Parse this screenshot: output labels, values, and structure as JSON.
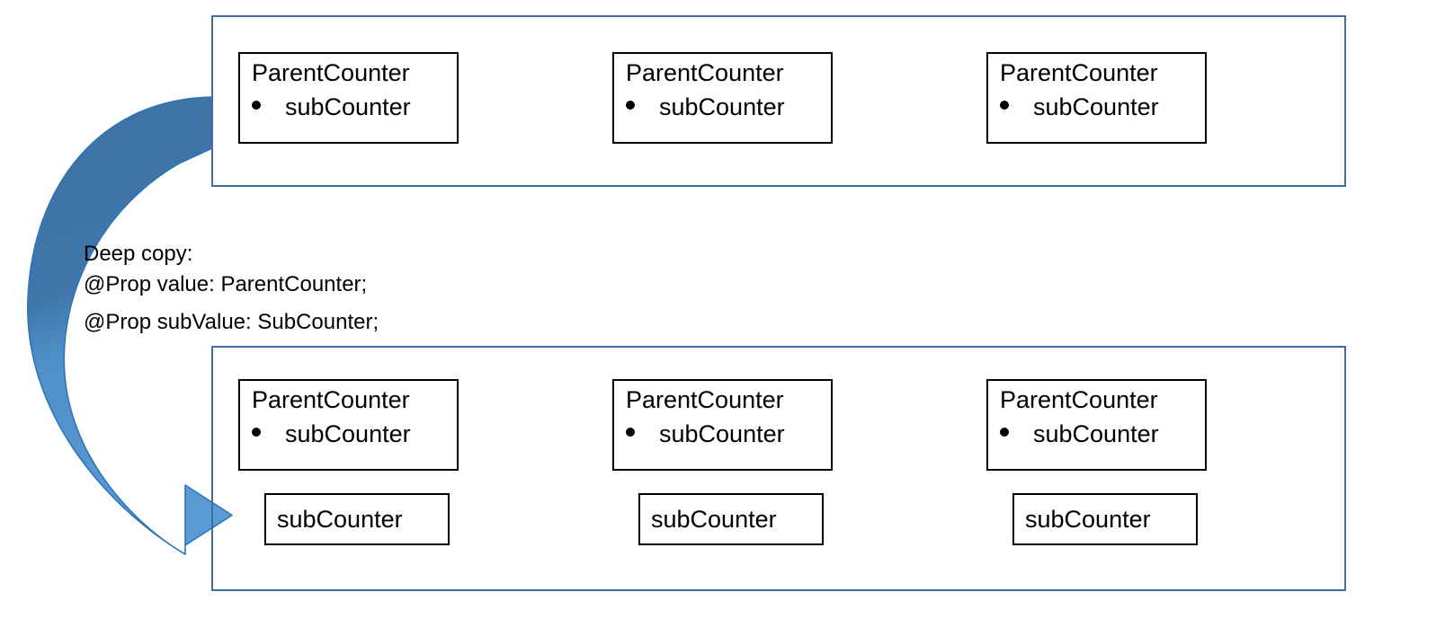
{
  "diagram": {
    "title_text": "Deep copy",
    "groups": [
      {
        "name": "source-group",
        "cards": [
          {
            "title": "ParentCounter",
            "bullet": "subCounter"
          },
          {
            "title": "ParentCounter",
            "bullet": "subCounter"
          },
          {
            "title": "ParentCounter",
            "bullet": "subCounter"
          }
        ]
      },
      {
        "name": "copy-group",
        "cards": [
          {
            "title": "ParentCounter",
            "bullet": "subCounter"
          },
          {
            "title": "ParentCounter",
            "bullet": "subCounter"
          },
          {
            "title": "ParentCounter",
            "bullet": "subCounter"
          }
        ],
        "sub_cards": [
          {
            "label": "subCounter"
          },
          {
            "label": "subCounter"
          },
          {
            "label": "subCounter"
          }
        ]
      }
    ],
    "annotation": {
      "line1": "Deep copy:",
      "line2": "@Prop value: ParentCounter;",
      "line3": "@Prop subValue: SubCounter;"
    },
    "colors": {
      "group_border": "#3E6F9C",
      "card_border": "#000000",
      "arrow_dark": "#3D72A4",
      "arrow_light": "#5B9BD5",
      "arrow_outline": "#2E75B6",
      "text": "#000000",
      "background": "#FFFFFF"
    }
  }
}
